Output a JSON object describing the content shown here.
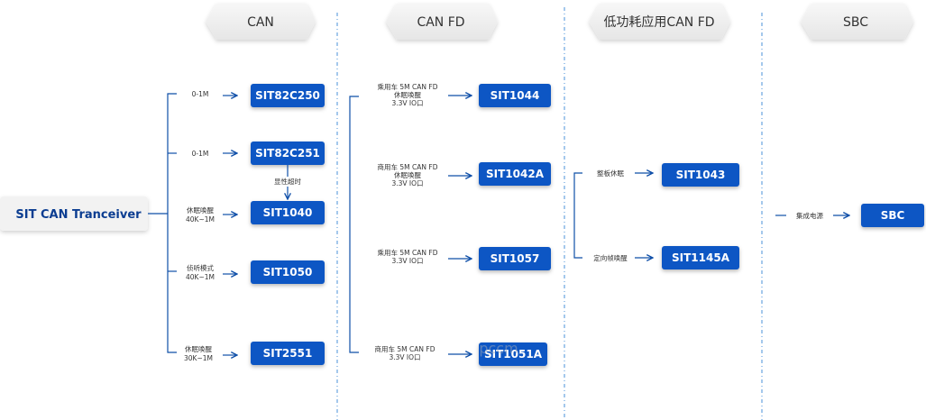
{
  "headers": [
    "CAN",
    "CAN FD",
    "低功耗应用CAN FD",
    "SBC"
  ],
  "root": "SIT  CAN Tranceiver",
  "can": {
    "nodes": [
      "SIT82C250",
      "SIT82C251",
      "SIT1040",
      "SIT1050",
      "SIT2551"
    ],
    "labels": [
      [
        "0-1M"
      ],
      [
        "0-1M"
      ],
      [
        "休眠唤醒",
        "40K~1M"
      ],
      [
        "侦听模式",
        "40K~1M"
      ],
      [
        "休眠唤醒",
        "30K~1M"
      ]
    ],
    "note": "显性超时"
  },
  "canfd": {
    "nodes": [
      "SIT1044",
      "SIT1042A",
      "SIT1057",
      "SIT1051A"
    ],
    "labels": [
      [
        "乘用车 5M CAN FD",
        "休眠唤醒",
        "3.3V IO口"
      ],
      [
        "商用车 5M CAN FD",
        "休眠唤醒",
        "3.3V IO口"
      ],
      [
        "乘用车 5M CAN FD",
        "3.3V IO口"
      ],
      [
        "商用车 5M CAN FD",
        "3.3V IO口"
      ]
    ]
  },
  "lowpower": {
    "nodes": [
      "SIT1043",
      "SIT1145A"
    ],
    "labels": [
      [
        "整板休眠"
      ],
      [
        "定向帧唤醒"
      ]
    ]
  },
  "sbc": {
    "nodes": [
      "SBC"
    ],
    "labels": [
      [
        "集成电源"
      ]
    ]
  },
  "watermark": "pccm",
  "colors": {
    "node": "#1057c4",
    "line": "#0f4fa8",
    "root_text": "#0b3d91",
    "divider": "#4a90d9"
  }
}
